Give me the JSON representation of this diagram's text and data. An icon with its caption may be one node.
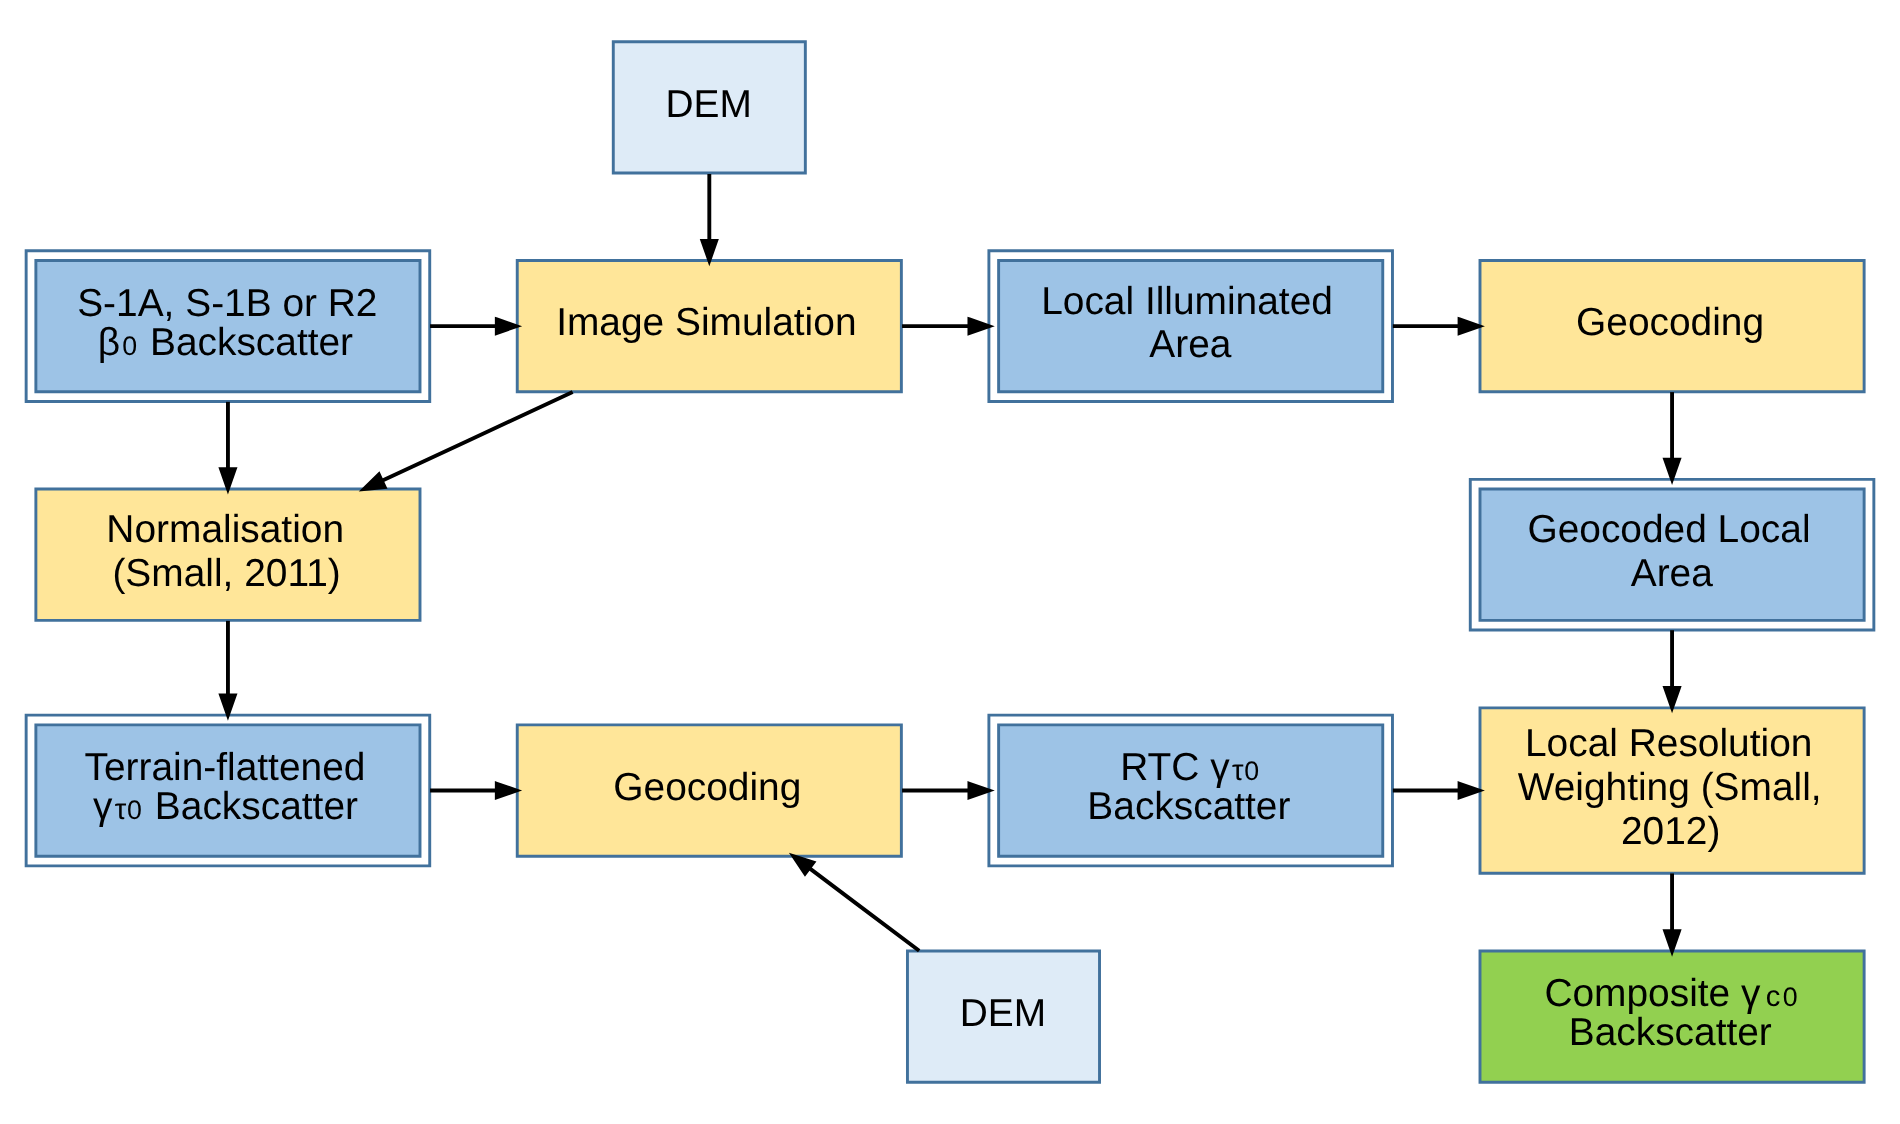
{
  "diagram": {
    "nodes": [
      {
        "text": [
          "DEM"
        ]
      },
      {
        "text": [
          "S-1A, S-1B or R2 β$^{0}$ Backscatter"
        ]
      },
      {
        "text": [
          "Image Simulation"
        ]
      },
      {
        "text": [
          "Local Illuminated Area"
        ]
      },
      {
        "text": [
          "Geocoding"
        ]
      },
      {
        "text": [
          "Normalisation (Small, 2011)"
        ]
      },
      {
        "text": [
          "Geocoded Local Area"
        ]
      },
      {
        "text": [
          "Terrain-flattened γ$_{τ}$$^{0}$ Backscatter"
        ]
      },
      {
        "text": [
          "Geocoding"
        ]
      },
      {
        "text": [
          "RTC γ$_{τ}$$^{0}$ Backscatter"
        ]
      },
      {
        "text": [
          "Local Resolution Weighting (Small, 2012)"
        ]
      },
      {
        "text": [
          "DEM"
        ]
      },
      {
        "text": [
          "Composite γ$_{c}$$^{0}$ Backscatter"
        ]
      }
    ],
    "edges": [
      {
        "from": 0,
        "to": 2,
        "arrow": "to"
      },
      {
        "from": 1,
        "to": 2,
        "arrow": "to"
      },
      {
        "from": 2,
        "to": 3,
        "arrow": "to"
      },
      {
        "from": 3,
        "to": 4,
        "arrow": "to"
      },
      {
        "from": 1,
        "to": 5,
        "arrow": "to"
      },
      {
        "from": 2,
        "to": 5,
        "arrow": "to"
      },
      {
        "from": 4,
        "to": 6,
        "arrow": "to"
      },
      {
        "from": 5,
        "to": 7,
        "arrow": "to"
      },
      {
        "from": 7,
        "to": 8,
        "arrow": "to"
      },
      {
        "from": 11,
        "to": 8,
        "arrow": "to"
      },
      {
        "from": 8,
        "to": 9,
        "arrow": "to"
      },
      {
        "from": 9,
        "to": 10,
        "arrow": "to"
      },
      {
        "from": 6,
        "to": 10,
        "arrow": "to"
      },
      {
        "from": 10,
        "to": 12,
        "arrow": "to"
      }
    ]
  }
}
